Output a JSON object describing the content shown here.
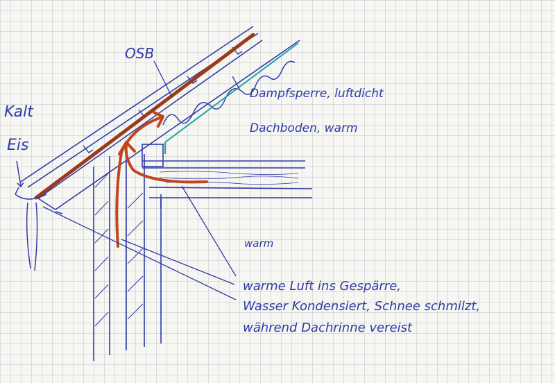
{
  "colors": {
    "ink": "#2f3aa8",
    "airflow": "#c0441c",
    "board": "#9a3a1a",
    "vapor_barrier": "#1aa6a0",
    "grid": "#9a9ab0"
  },
  "labels": {
    "kalt": "Kalt",
    "eis": "Eis",
    "osb": "OSB",
    "vapor": "Dampfsperre, luftdicht",
    "attic": "Dachboden, warm",
    "warm": "warm",
    "note_line1": "warme Luft ins Gespärre,",
    "note_line2": "Wasser Kondensiert, Schnee schmilzt,",
    "note_line3": "während Dachrinne vereist"
  }
}
